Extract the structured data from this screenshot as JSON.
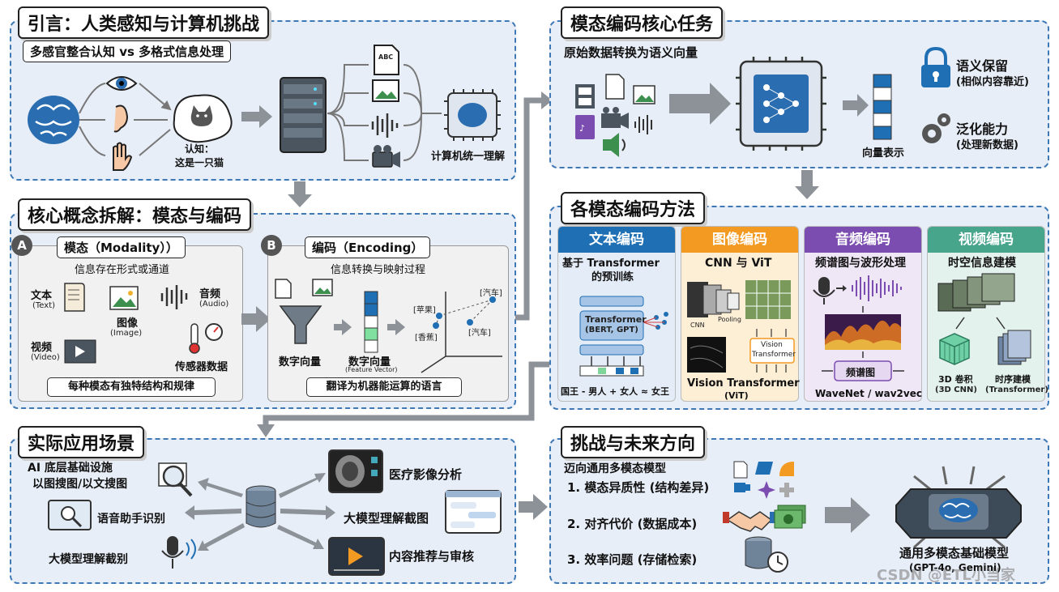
{
  "intro": {
    "title": "引言：人类感知与计算机挑战",
    "subtitle": "多感官整合认知 vs 多格式信息处理",
    "cat_label_1": "认知：",
    "cat_label_2": "这是一只猫",
    "unified_label": "计算机统一理解",
    "doc_icon_text": "ABC"
  },
  "core": {
    "title": "核心概念拆解：模态与编码",
    "modality": {
      "badge": "A",
      "title": "模态（Modality））",
      "desc": "信息存在形式或通道",
      "text_label": "文本",
      "text_en": "(Text)",
      "image_label": "图像",
      "image_en": "(Image)",
      "audio_label": "音频",
      "audio_en": "(Audio)",
      "video_label": "视频",
      "video_en": "(Video)",
      "sensor_label": "传感器数据",
      "footer": "每种模态有独特结构和规律"
    },
    "encoding": {
      "badge": "B",
      "title": "编码（Encoding）",
      "desc": "信息转换与映射过程",
      "vector_label": "数字向量",
      "vector_label_2": "数字向量",
      "vector_en": "(Feature Vector)",
      "apple": "[苹果]",
      "banana": "[香蕉]",
      "car1": "[汽车]",
      "car2": "[汽车]",
      "footer": "翻译为机器能运算的语言"
    }
  },
  "task": {
    "title": "模态编码核心任务",
    "subtitle": "原始数据转换为语义向量",
    "vector_label": "向量表示",
    "sem_title": "语义保留",
    "sem_desc": "(相似内容靠近)",
    "gen_title": "泛化能力",
    "gen_desc": "(处理新数据)"
  },
  "methods": {
    "title": "各模态编码方法",
    "text": {
      "header": "文本编码",
      "desc_1": "基于 Transformer",
      "desc_2": "的预训练",
      "block_1": "Transformer",
      "block_2": "(BERT, GPT)",
      "formula": "国王 - 男人 + 女人 ≈ 女王",
      "color": "#1f6fb5"
    },
    "image": {
      "header": "图像编码",
      "desc": "CNN 与 ViT",
      "cnn": "CNN",
      "pooling": "Pooling",
      "vt_1": "Vision",
      "vt_2": "Transformer",
      "footer_1": "Vision Transformer",
      "footer_2": "(ViT)",
      "color": "#f39a22"
    },
    "audio": {
      "header": "音频编码",
      "desc": "频谱图与波形处理",
      "spectrogram": "频谱图",
      "footer": "WaveNet / wav2vec",
      "color": "#7b4db0"
    },
    "video": {
      "header": "视频编码",
      "desc": "时空信息建模",
      "cnn3d_1": "3D 卷积",
      "cnn3d_2": "(3D CNN)",
      "temporal_1": "时序建模",
      "temporal_2": "(Transformer)",
      "color": "#46a58b"
    }
  },
  "apps": {
    "title": "实际应用场景",
    "infra": "AI 底层基础设施",
    "search": "以图搜图/以文搜图",
    "speech": "语音助手识别",
    "large_model": "大模型理解截别",
    "medical": "医疗影像分析",
    "screenshot": "大模型理解截图",
    "recommend": "内容推荐与审核"
  },
  "future": {
    "title": "挑战与未来方向",
    "heading": "迈向通用多模态模型",
    "item_1": "1. 模态异质性 (结构差异)",
    "item_2": "2. 对齐代价 (数据成本)",
    "item_3": "3. 效率问题 (存储检索)",
    "goal": "通用多模态基础模型",
    "goal_sub": "(GPT-4o, Gemini)"
  },
  "watermark": "CSDN @ETL小当家",
  "colors": {
    "panel_bg": "#e8eef7",
    "panel_border": "#3f79b5",
    "arrow": "#8d9298",
    "icon_blue": "#2a6db0"
  }
}
